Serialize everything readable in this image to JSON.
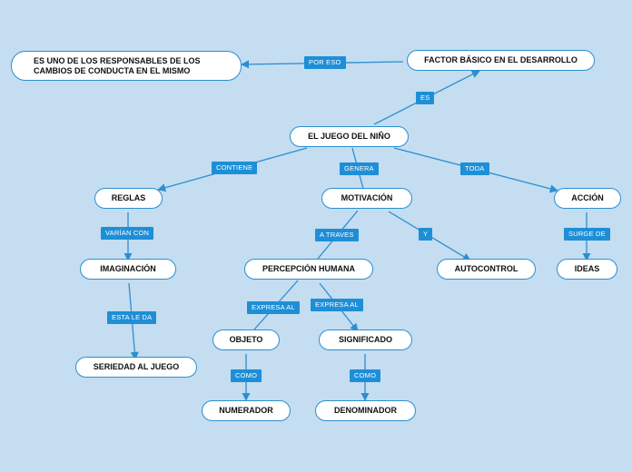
{
  "diagram": {
    "nodes": {
      "juego": "EL JUEGO DEL NIÑO",
      "factor": "FACTOR BÁSICO EN EL DESARROLLO",
      "responsables": "ES UNO DE LOS RESPONSABLES DE LOS CAMBIOS DE CONDUCTA EN EL MISMO",
      "reglas": "REGLAS",
      "motivacion": "MOTIVACIÓN",
      "accion": "ACCIÓN",
      "imaginacion": "IMAGINACIÓN",
      "percepcion": "PERCEPCIÓN HUMANA",
      "autocontrol": "AUTOCONTROL",
      "ideas": "IDEAS",
      "seriedad": "SERIEDAD AL JUEGO",
      "objeto": "OBJETO",
      "significado": "SIGNIFICADO",
      "numerador": "NUMERADOR",
      "denominador": "DENOMINADOR"
    },
    "links": {
      "por_eso": "POR ESO",
      "es": "ES",
      "contiene": "CONTIENE",
      "genera": "GENERA",
      "toda": "TODA",
      "varian_con": "VARÍAN CON",
      "a_traves": "A TRAVES",
      "y": "Y",
      "surge_de": "SURGE DE",
      "esta_le_da": "ESTA LE DA",
      "expresa_al_1": "EXPRESA AL",
      "expresa_al_2": "EXPRESA AL",
      "como_1": "COMO",
      "como_2": "COMO"
    },
    "colors": {
      "background": "#c4ddf1",
      "line": "#2b8fd0",
      "label_bg": "#1e8fd6",
      "node_bg": "#ffffff"
    }
  }
}
